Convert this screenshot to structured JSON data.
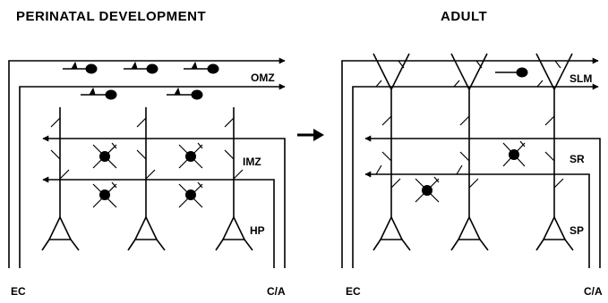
{
  "left_panel": {
    "title": "PERINATAL DEVELOPMENT",
    "labels": {
      "omz": "OMZ",
      "imz": "IMZ",
      "hp": "HP",
      "ec": "EC",
      "ca": "C/A"
    }
  },
  "right_panel": {
    "title": "ADULT",
    "labels": {
      "slm": "SLM",
      "sr": "SR",
      "sp": "SP",
      "ec": "EC",
      "ca": "C/A"
    }
  },
  "icons": {
    "transition_arrow": "right-arrow-icon",
    "pyramidal_neuron": "pyramidal-neuron-icon",
    "interneuron": "interneuron-icon",
    "growth_cone": "growth-cone-icon"
  },
  "colors": {
    "ink": "#000000",
    "background": "#ffffff"
  }
}
